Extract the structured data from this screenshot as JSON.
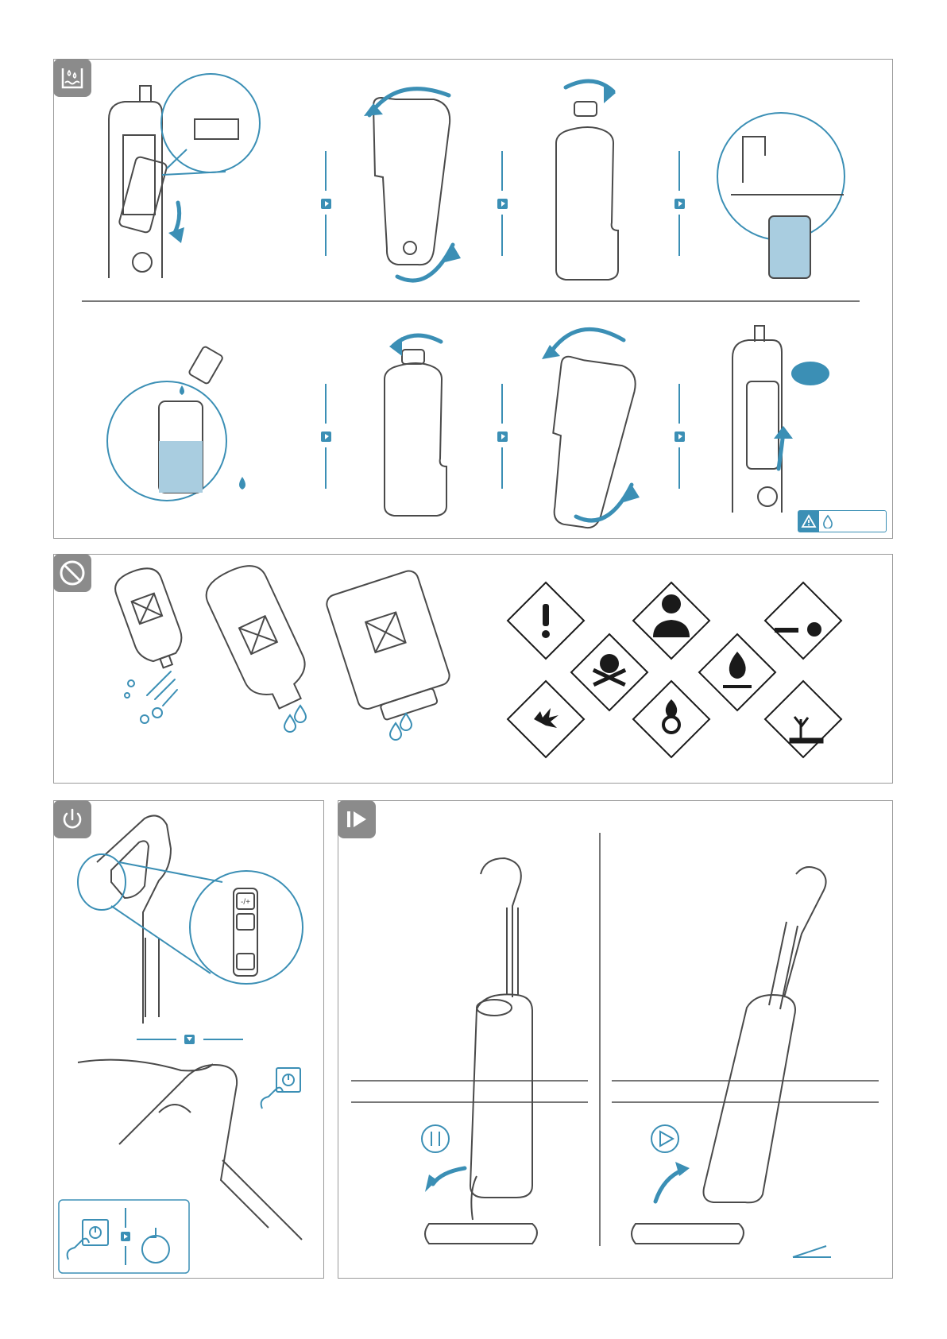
{
  "doc": {
    "sections": [
      {
        "key": "fill_tank",
        "icon": "water-tank-icon"
      },
      {
        "key": "prohibited_liquids",
        "icon": "prohibited-icon"
      },
      {
        "key": "power_on",
        "icon": "power-icon"
      },
      {
        "key": "start_pause",
        "icon": "play-pause-icon"
      }
    ],
    "colors": {
      "accent": "#3b8fb5",
      "badge": "#8b8b8b",
      "line": "#4a4a4a",
      "water": "#a9cde0"
    },
    "handle_buttons": {
      "mode_label": "-/+"
    },
    "hazard_symbols": [
      "exclamation-mark-hazard-icon",
      "health-hazard-icon",
      "corrosive-hazard-icon",
      "toxic-skull-hazard-icon",
      "flammable-hazard-icon",
      "explosive-hazard-icon",
      "oxidizing-hazard-icon",
      "environment-hazard-icon"
    ]
  }
}
